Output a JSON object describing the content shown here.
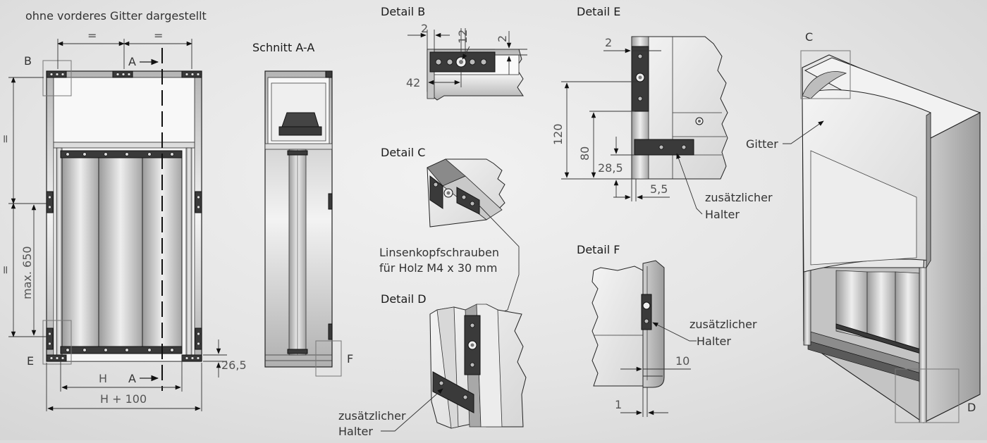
{
  "front_view": {
    "caption": "ohne vorderes Gitter dargestellt",
    "equal_mark_top_left": "=",
    "equal_mark_top_right": "=",
    "equal_mark_left_upper": "=",
    "equal_mark_left_lower": "=",
    "label_b": "B",
    "label_e": "E",
    "section_marker_top": "A",
    "section_marker_bottom": "A",
    "dim_max": "max. 650",
    "dim_h": "H",
    "dim_h100": "H + 100",
    "dim_26_5": "26,5"
  },
  "section_view": {
    "title": "Schnitt A-A",
    "label_f": "F"
  },
  "detail_b": {
    "title": "Detail B",
    "dim_2a": "2",
    "dim_12": "12",
    "dim_2b": "2",
    "dim_42": "42"
  },
  "detail_c": {
    "title": "Detail C",
    "callout": [
      "Linsenkopfschrauben",
      "für Holz M4 x 30 mm"
    ]
  },
  "detail_d": {
    "title": "Detail D",
    "callout": [
      "zusätzlicher",
      "Halter"
    ]
  },
  "detail_e": {
    "title": "Detail E",
    "dim_2": "2",
    "dim_120": "120",
    "dim_80": "80",
    "dim_28_5": "28,5",
    "dim_5_5": "5,5",
    "callout": [
      "zusätzlicher",
      "Halter"
    ]
  },
  "detail_f": {
    "title": "Detail F",
    "callout": [
      "zusätzlicher",
      "Halter"
    ],
    "dim_10": "10",
    "dim_1": "1"
  },
  "iso_view": {
    "label_c": "C",
    "label_d": "D",
    "gitter": "Gitter"
  }
}
